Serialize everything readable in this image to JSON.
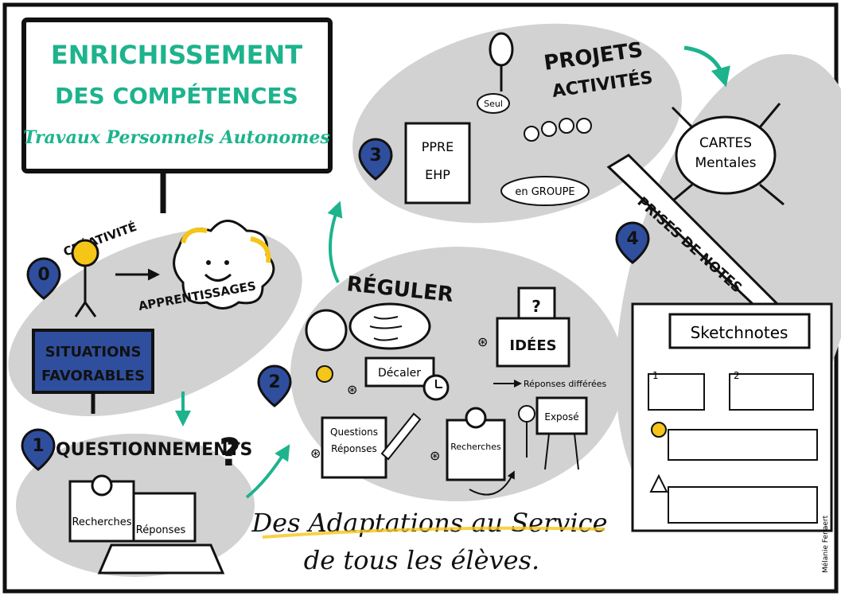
{
  "title": {
    "line1": "ENRICHISSEMENT",
    "line2": "DES COMPÉTENCES",
    "line3": "Travaux Personnels Autonomes"
  },
  "step0": {
    "number": "0",
    "creativity": "CRÉATIVITÉ",
    "learning": "APPRENTISSAGES",
    "situations_line1": "SITUATIONS",
    "situations_line2": "FAVORABLES"
  },
  "step1": {
    "number": "1",
    "title": "QUESTIONNEMENTS",
    "qmark": "?",
    "book_label": "Recherches",
    "screen_label": "Réponses"
  },
  "step2": {
    "number": "2",
    "title": "RÉGULER",
    "decaler": "Décaler",
    "idees": "IDÉES",
    "box_qmark": "?",
    "reponses_differees": "Réponses différées",
    "questions": "Questions",
    "reponses": "Réponses",
    "recherches": "Recherches",
    "expose": "Exposé"
  },
  "step3": {
    "number": "3",
    "title_line1": "PROJETS",
    "title_line2": "ACTIVITÉS",
    "seul": "Seul",
    "groupe": "en GROUPE",
    "doc_line1": "PPRE",
    "doc_line2": "EHP"
  },
  "step4": {
    "number": "4",
    "pencil_text": "PRISES DE NOTES",
    "cartes_line1": "CARTES",
    "cartes_line2": "Mentales",
    "sketchnotes": "Sketchnotes",
    "box1": "1",
    "box2": "2"
  },
  "footer": {
    "line1": "Des Adaptations au Service",
    "line2": "de tous les élèves."
  },
  "signature": "Mélanie Fenaert",
  "colors": {
    "teal": "#1db38d",
    "blue": "#2f4f9e",
    "yellow": "#f5c518",
    "blob": "#d2d2d2",
    "ink": "#111111"
  },
  "icons": [
    "lightbulb-icon",
    "cloud-brain-icon",
    "laptop-icon",
    "book-icon",
    "speech-bubble-icon",
    "clock-icon",
    "ballot-box-icon",
    "pencil-icon",
    "easel-icon",
    "warning-icon"
  ]
}
